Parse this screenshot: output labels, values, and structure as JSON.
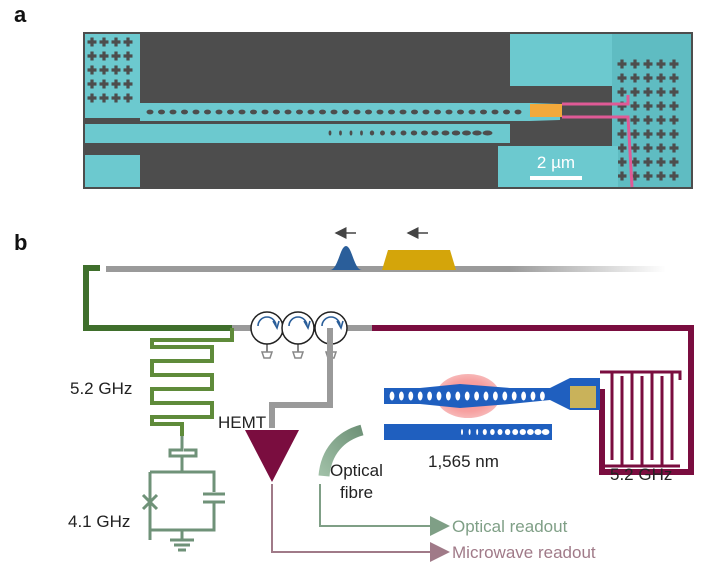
{
  "panels": {
    "a": "a",
    "b": "b"
  },
  "micrograph": {
    "scale_bar": "2 µm"
  },
  "labels": {
    "res_freq_left": "5.2 GHz",
    "qubit_freq": "4.1 GHz",
    "hemt": "HEMT",
    "wavelength": "1,565 nm",
    "optical_fibre_line1": "Optical",
    "optical_fibre_line2": "fibre",
    "res_freq_right": "5.2 GHz",
    "optical_readout": "Optical readout",
    "microwave_readout": "Microwave readout"
  },
  "colors": {
    "cyan": "#6cc9cf",
    "sem_bg": "#4d4d4d",
    "green": "#3f6f2c",
    "light_green": "#5f8b3a",
    "maroon": "#7a0d3f",
    "gray_line": "#9a9a9a",
    "blue_wg": "#1f5fbf",
    "gold": "#c9b25a",
    "pulse_blue": "#2a5e9a",
    "pulse_gold": "#d4a50a",
    "optical_readout": "#7f9f86",
    "microwave_readout": "#a07a88"
  }
}
